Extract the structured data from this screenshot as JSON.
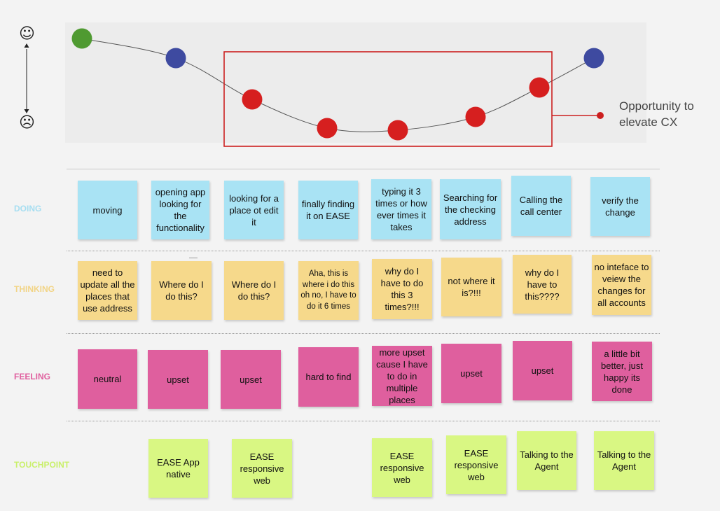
{
  "emotion_axis": {
    "top_icon": "smiley-face-icon",
    "bottom_icon": "frowny-face-icon",
    "top_glyph": "☺",
    "bottom_glyph": "☹"
  },
  "journey_curve": {
    "points": [
      {
        "level": "high",
        "color": "#4f9a31"
      },
      {
        "level": "medium-high",
        "color": "#3e4aa0"
      },
      {
        "level": "low",
        "color": "#d61f1f"
      },
      {
        "level": "lowest",
        "color": "#d61f1f"
      },
      {
        "level": "lowest",
        "color": "#d61f1f"
      },
      {
        "level": "low",
        "color": "#d61f1f"
      },
      {
        "level": "medium",
        "color": "#d61f1f"
      },
      {
        "level": "medium-high",
        "color": "#3e4aa0"
      }
    ],
    "highlight_color": "#cc1f1f",
    "callout": "Opportunity to\nelevate CX"
  },
  "rows": {
    "doing": {
      "label": "DOING",
      "color": "#a6def1"
    },
    "thinking": {
      "label": "THINKING",
      "color": "#f2d486"
    },
    "feeling": {
      "label": "FEELING",
      "color": "#e0609f"
    },
    "touchpoint": {
      "label": "TOUCHPOINT",
      "color": "#c9f06a"
    }
  },
  "doing": [
    "moving",
    "opening app looking for the functionality",
    "looking for a place ot edit it",
    "finally finding it on EASE",
    "typing it 3 times or how ever times it takes",
    "Searching for the checking address",
    "Calling the call center",
    "verify the change"
  ],
  "thinking": [
    "need to update all the places  that use address",
    "Where do I do this?",
    "Where do I do this?",
    "Aha, this is where i do this oh no,  I have to do it 6 times",
    "why do I have to do this 3 times?!!!",
    "not where it is?!!!",
    "why do I have to this????",
    "no inteface to veiew the changes for all accounts"
  ],
  "feeling": [
    "neutral",
    "upset",
    "upset",
    "hard to find",
    "more upset cause I have to do in multiple places",
    "upset",
    "upset",
    "a little bit better, just happy its done"
  ],
  "touchpoint": [
    "EASE App native",
    "EASE responsive web",
    "EASE responsive web",
    "EASE responsive web",
    "Talking to the Agent",
    "Talking to the Agent"
  ]
}
